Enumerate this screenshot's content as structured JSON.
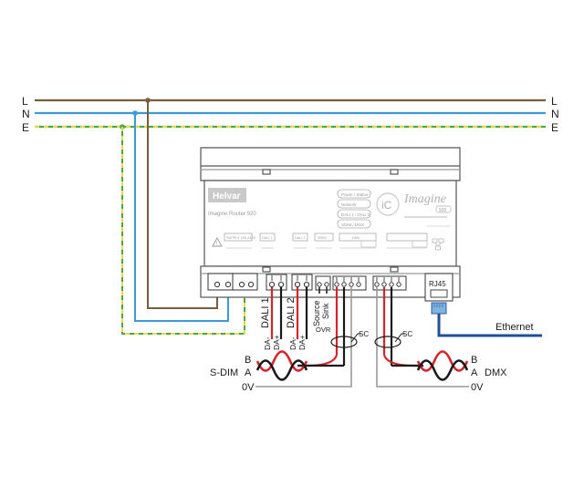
{
  "supply": {
    "left_labels": [
      "L",
      "N",
      "E"
    ],
    "right_labels": [
      "L",
      "N",
      "E"
    ],
    "colors": {
      "L": "#7a5c3e",
      "N": "#3a9bd6",
      "E_green": "#4aa84a",
      "E_yellow": "#e8d84a"
    }
  },
  "device": {
    "brand": "Helvar",
    "model": "Imagine Router 920",
    "logo_text": "Imagine",
    "logo_sub": "920",
    "ic_badge": "iC",
    "status_labels": [
      "Power / Status",
      "Network",
      "DALI 1 / DALI 2",
      "SDIM / DMX"
    ],
    "section_labels": [
      "SUPPLY 100-240V",
      "DALI 1",
      "DALI 2",
      "SDIM",
      "DMX"
    ],
    "port_label": "RJ45"
  },
  "terminals": {
    "dali1": "DALI 1",
    "dali2": "DALI 2",
    "da_minus": "DA-",
    "da_plus": "DA+",
    "source": "Source",
    "sink": "Sink",
    "ovr": "OVR",
    "sc1": "SC",
    "sc2": "SC"
  },
  "buses": {
    "sdim": {
      "name": "S-DIM",
      "b": "B",
      "a": "A",
      "zero": "0V"
    },
    "dmx": {
      "name": "DMX",
      "b": "B",
      "a": "A",
      "zero": "0V"
    },
    "ethernet": "Ethernet"
  },
  "colors": {
    "outline": "#555555",
    "red": "#d8232a",
    "blue_cable": "#1f4f9a",
    "grey_wire": "#999999"
  }
}
